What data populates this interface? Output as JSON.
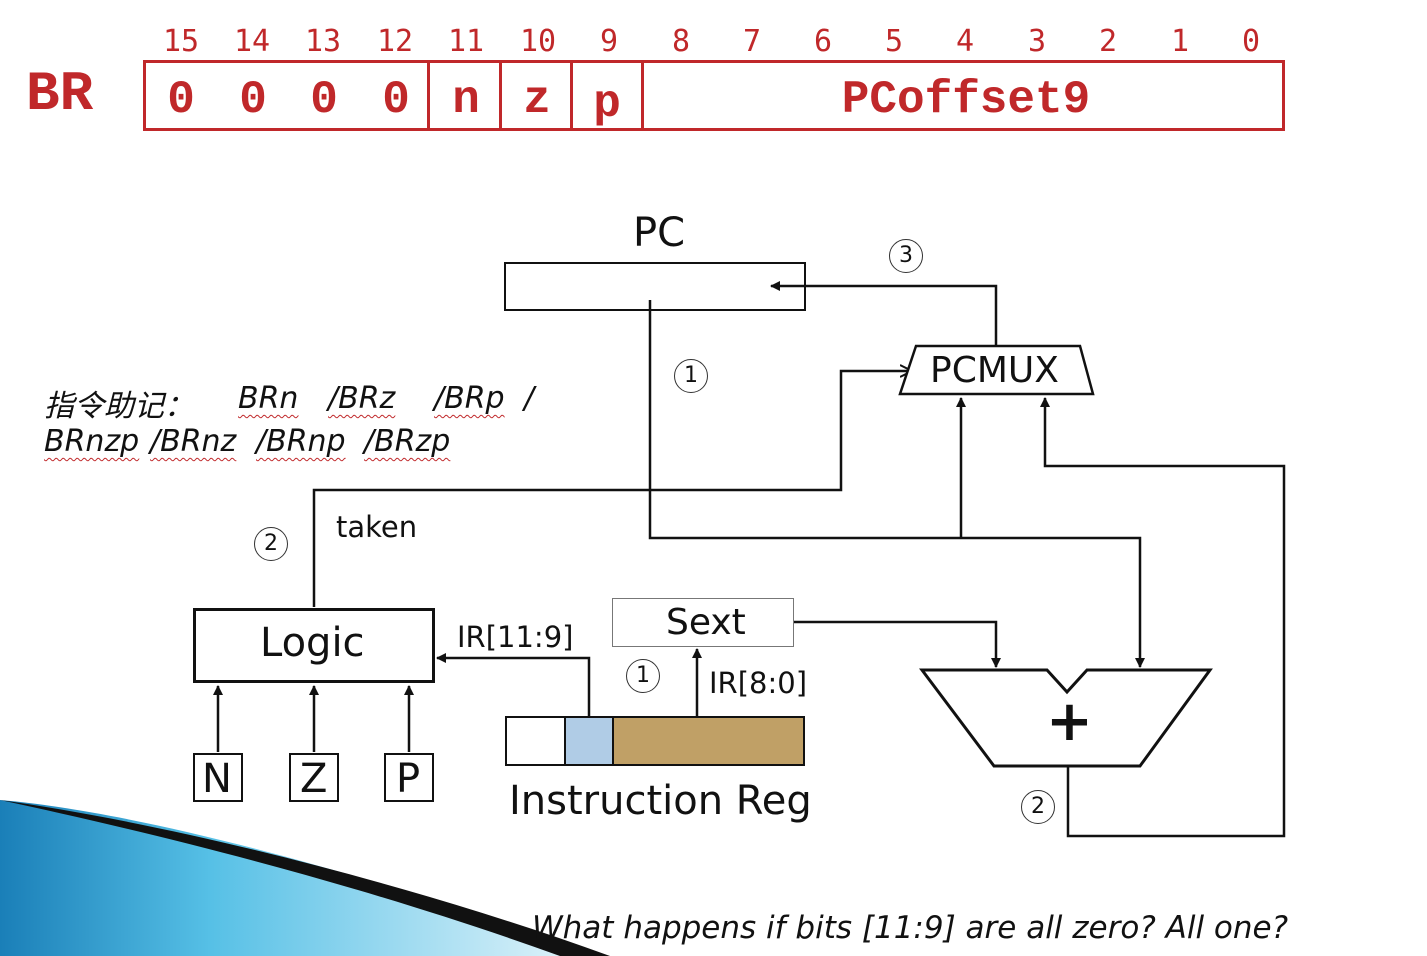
{
  "header": {
    "opcode": "BR",
    "bit_numbers": [
      "15",
      "14",
      "13",
      "12",
      "11",
      "10",
      "9",
      "8",
      "7",
      "6",
      "5",
      "4",
      "3",
      "2",
      "1",
      "0"
    ],
    "fields": {
      "op_bits": [
        "0",
        "0",
        "0",
        "0"
      ],
      "n": "n",
      "z": "z",
      "p": "p",
      "offset": "PCoffset9"
    }
  },
  "diagram": {
    "pc": "PC",
    "pcmux": "PCMUX",
    "logic": "Logic",
    "sext": "Sext",
    "adder": "+",
    "ir_label": "Instruction Reg",
    "ir_high": "IR[11:9]",
    "ir_low": "IR[8:0]",
    "taken": "taken",
    "flags": [
      "N",
      "Z",
      "P"
    ],
    "steps": {
      "pc_read": "1",
      "sext_step": "1",
      "logic_step": "2",
      "adder_step": "2",
      "write_back": "3"
    },
    "colors": {
      "accent_red": "#c0282a",
      "ir_cc_field": "#b0cce6",
      "ir_offset_field": "#c0a066",
      "corner_blue": "#2aa3d4"
    }
  },
  "mnemonics": {
    "label": "指令助记：",
    "line1": [
      "BRn",
      "/BRz",
      "/BRp",
      "/"
    ],
    "line2": [
      "BRnzp",
      "/BRnz",
      "/BRnp",
      "/BRzp"
    ]
  },
  "question": {
    "p1": "What",
    "p2": "happens",
    "p3": "if bits [11:9] are all zero?  All one?"
  }
}
